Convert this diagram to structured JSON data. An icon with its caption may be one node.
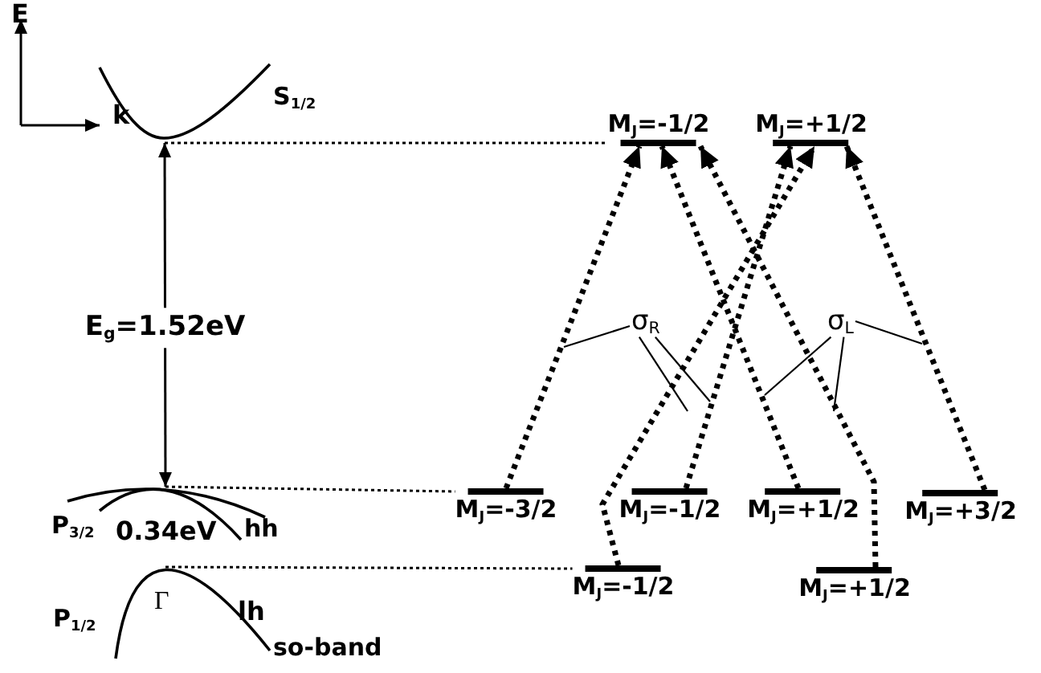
{
  "diagram": {
    "nodes": [
      {
        "text": [
          "M$_{J}$=-1/2"
        ]
      },
      {
        "text": [
          "M$_{J}$=+1/2"
        ]
      },
      {
        "text": [
          "M$_{J}$=-3/2"
        ]
      },
      {
        "text": [
          "M$_{J}$=-1/2"
        ]
      },
      {
        "text": [
          "M$_{J}$=+1/2"
        ]
      },
      {
        "text": [
          "M$_{J}$=+3/2"
        ]
      },
      {
        "text": [
          "M$_{J}$=-1/2"
        ]
      },
      {
        "text": [
          "M$_{J}$=+1/2"
        ]
      },
      {
        "text": [
          "S$_{1/2}$"
        ]
      },
      {
        "text": [
          "P$_{3/2}$",
          "hh"
        ]
      },
      {
        "text": [
          "P$_{1/2}$",
          "so-band"
        ]
      },
      {
        "text": [
          "σ$_{R}$"
        ]
      },
      {
        "text": [
          "σ$_{L}$"
        ]
      }
    ],
    "edges": [
      {
        "from": 8,
        "to": 0,
        "arrow": "none",
        "style": "dashed"
      },
      {
        "from": 9,
        "to": 2,
        "arrow": "none",
        "style": "dashed"
      },
      {
        "from": 10,
        "to": 6,
        "arrow": "none",
        "style": "dashed"
      },
      {
        "from": 8,
        "to": 9,
        "arrow": "both",
        "label": "E$_{g}$=1.52eV"
      },
      {
        "from": 2,
        "to": 0,
        "arrow": "to",
        "style": "dashed"
      },
      {
        "from": 3,
        "to": 1,
        "arrow": "to",
        "style": "dashed"
      },
      {
        "from": 6,
        "to": 1,
        "arrow": "to",
        "style": "dashed"
      },
      {
        "from": 4,
        "to": 0,
        "arrow": "to",
        "style": "dashed"
      },
      {
        "from": 7,
        "to": 0,
        "arrow": "to",
        "style": "dashed"
      },
      {
        "from": 5,
        "to": 1,
        "arrow": "to",
        "style": "dashed"
      },
      {
        "from": 11,
        "to": null,
        "arrow": "none"
      },
      {
        "from": 11,
        "to": null,
        "arrow": "none"
      },
      {
        "from": 11,
        "to": null,
        "arrow": "none"
      },
      {
        "from": 12,
        "to": null,
        "arrow": "none"
      },
      {
        "from": 12,
        "to": null,
        "arrow": "none"
      },
      {
        "from": 12,
        "to": null,
        "arrow": "none"
      }
    ],
    "labels": [
      "E",
      "k",
      "0.34eV",
      "Γ",
      "lh"
    ]
  }
}
